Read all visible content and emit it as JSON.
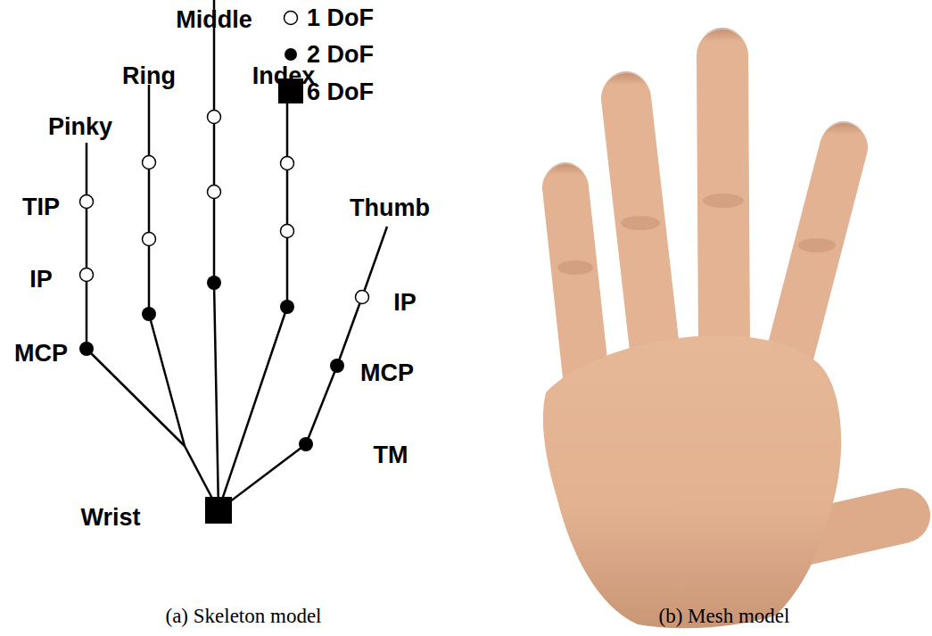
{
  "diagram": {
    "labels": [
      "Middle",
      "Ring",
      "Index",
      "Pinky",
      "Thumb",
      "TIP",
      "IP",
      "MCP",
      "IP",
      "MCP",
      "TM",
      "Wrist",
      "(a) Skeleton model",
      "(b) Mesh model"
    ],
    "legend": [
      {
        "text": "1 DoF"
      },
      {
        "text": "2 DoF"
      },
      {
        "text": "6 DoF"
      }
    ]
  }
}
